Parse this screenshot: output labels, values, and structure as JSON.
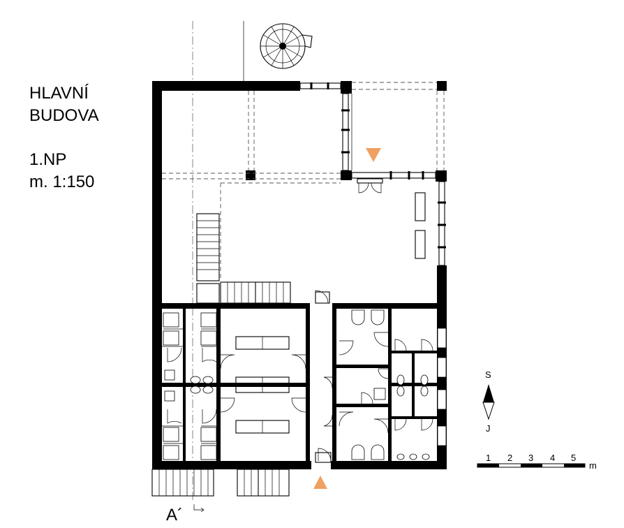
{
  "title": {
    "line1": "HLAVNÍ",
    "line2": "BUDOVA",
    "floor": "1.NP",
    "scale": "m. 1:150"
  },
  "compass": {
    "north": "S",
    "south": "J"
  },
  "scale_bar": {
    "ticks": [
      "1",
      "2",
      "3",
      "4",
      "5"
    ],
    "unit": "m"
  },
  "section_mark": {
    "label": "A´"
  },
  "colors": {
    "wall": "#000000",
    "entrance_marker": "#F0A060"
  },
  "icons": [
    "spiral-staircase-icon",
    "entrance-arrow-icon",
    "north-arrow-icon"
  ]
}
